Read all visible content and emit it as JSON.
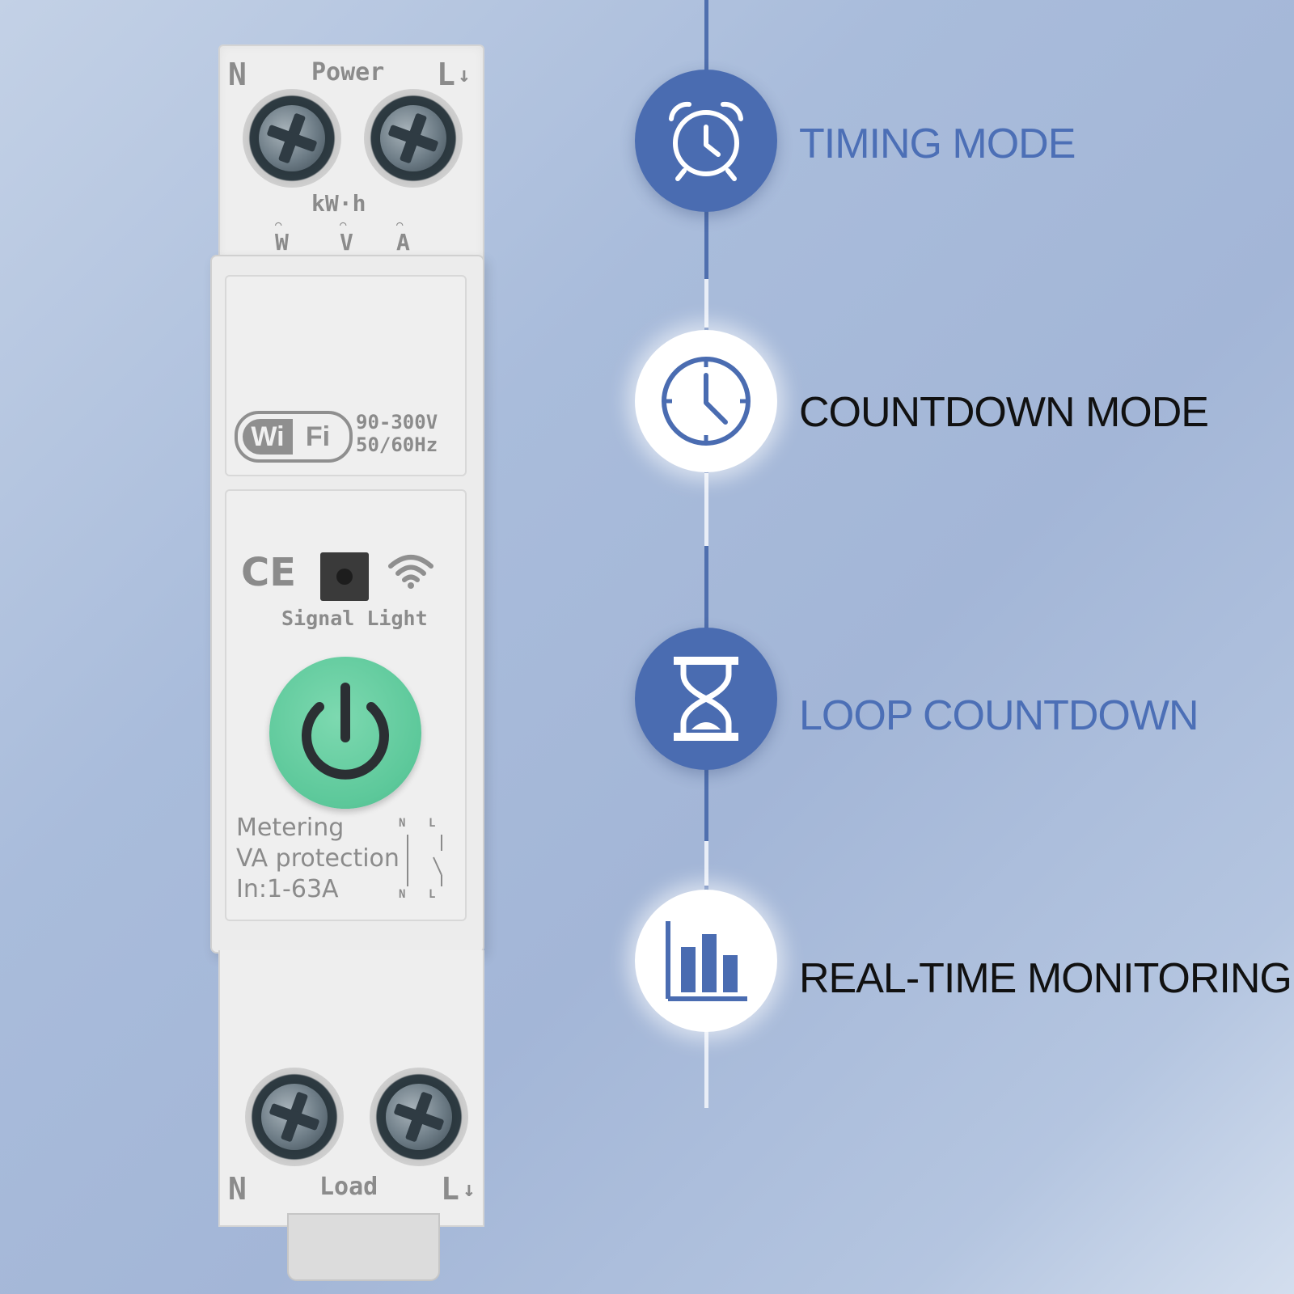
{
  "device": {
    "top_labels": {
      "neutral": "N",
      "power": "Power",
      "line": "L"
    },
    "meter_labels": {
      "kwh": "kW·h",
      "w": "W",
      "v": "V",
      "a": "A"
    },
    "wifi_badge": {
      "wi": "Wi",
      "fi": "Fi"
    },
    "spec_voltage": "90-300V",
    "spec_frequency": "50/60Hz",
    "ce_mark": "CE",
    "signal_light_label": "Signal Light",
    "function_lines": [
      "Metering",
      "VA protection",
      "In:1-63A"
    ],
    "wiring_labels": {
      "n_top": "N",
      "l_top": "L",
      "n_bottom": "N",
      "l_bottom": "L"
    },
    "bottom_labels": {
      "neutral": "N",
      "load": "Load",
      "line": "L"
    }
  },
  "features": [
    {
      "label": "TIMING MODE",
      "icon": "alarm-clock-icon",
      "style": "filled"
    },
    {
      "label": "COUNTDOWN MODE",
      "icon": "clock-icon",
      "style": "white"
    },
    {
      "label": "LOOP COUNTDOWN",
      "icon": "hourglass-icon",
      "style": "filled"
    },
    {
      "label": "REAL-TIME MONITORING",
      "icon": "bar-chart-icon",
      "style": "white"
    }
  ],
  "colors": {
    "accent_blue": "#4a6cb1",
    "button_green": "#5cc89a"
  }
}
